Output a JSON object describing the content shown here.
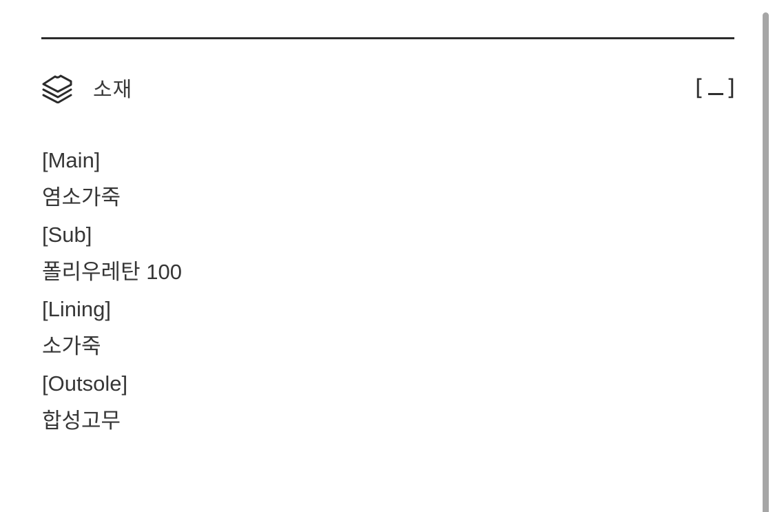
{
  "section": {
    "icon": "layers-icon",
    "title": "소재",
    "toggle": {
      "icon": "collapse-icon",
      "label": "[−]",
      "state": "expanded"
    }
  },
  "materials": [
    {
      "label": "[Main]",
      "value": "염소가죽"
    },
    {
      "label": "[Sub]",
      "value": "폴리우레탄 100"
    },
    {
      "label": "[Lining]",
      "value": "소가죽"
    },
    {
      "label": "[Outsole]",
      "value": "합성고무"
    }
  ],
  "colors": {
    "text": "#363636",
    "divider": "#2b2b2b",
    "scrollbar": "#a6a6a6",
    "background": "#ffffff"
  }
}
